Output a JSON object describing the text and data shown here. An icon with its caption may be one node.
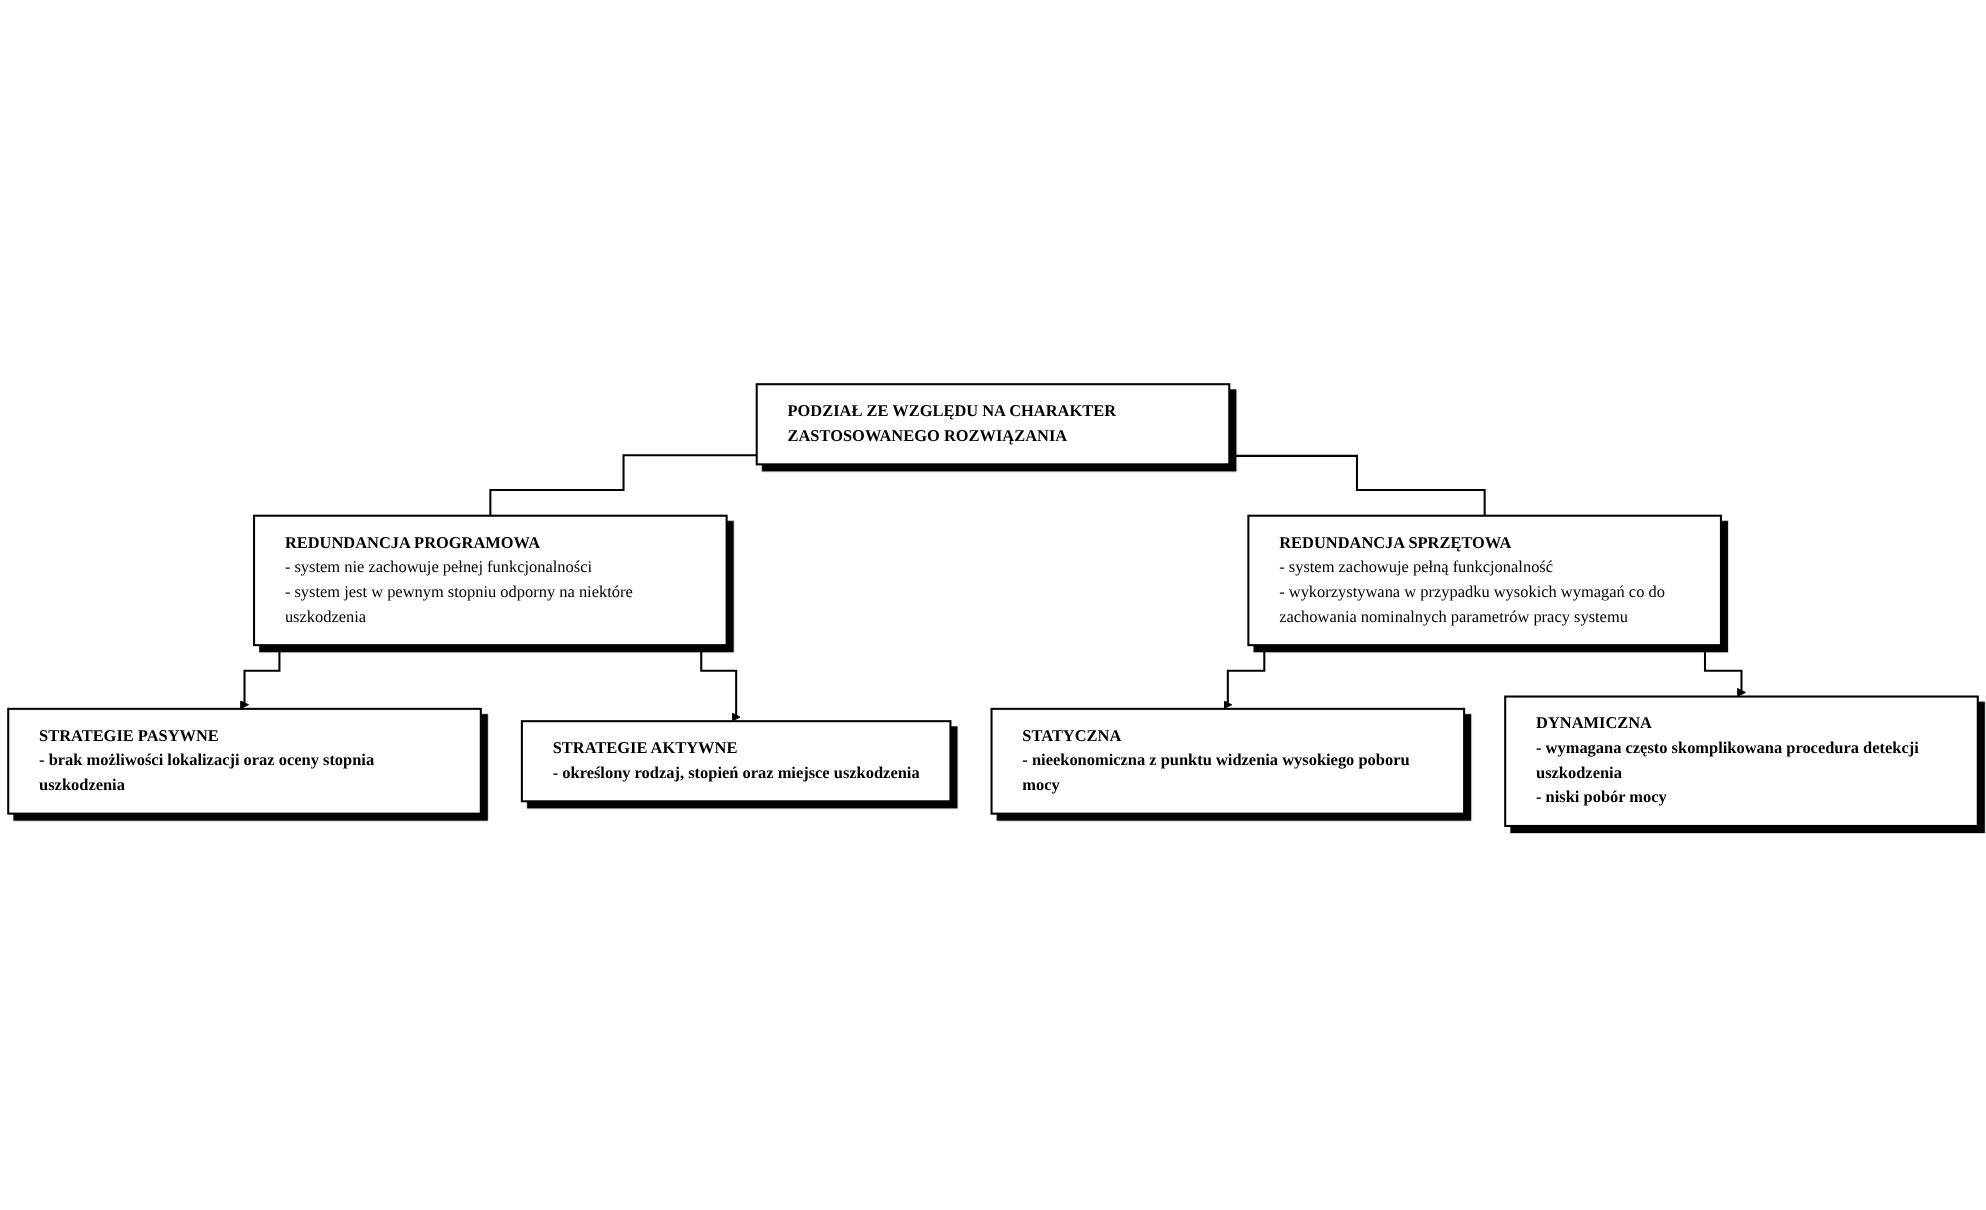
{
  "diagram": {
    "nodes": [
      {
        "text": [
          "PODZIAŁ ZE WZGLĘDU NA CHARAKTER ZASTOSOWANEGO ROZWIĄZANIA"
        ]
      },
      {
        "text": [
          "REDUNDANCJA PROGRAMOWA",
          "- system nie zachowuje pełnej funkcjonalności",
          "- system jest w pewnym stopniu odporny na niektóre uszkodzenia"
        ]
      },
      {
        "text": [
          "REDUNDANCJA SPRZĘTOWA",
          "- system zachowuje pełną funkcjonalność",
          "- wykorzystywana w przypadku wysokich wymagań co do zachowania nominalnych parametrów pracy systemu"
        ]
      },
      {
        "text": [
          "STRATEGIE PASYWNE",
          "- brak możliwości lokalizacji oraz oceny stopnia uszkodzenia"
        ]
      },
      {
        "text": [
          "STRATEGIE AKTYWNE",
          "- określony rodzaj, stopień oraz miejsce uszkodzenia"
        ]
      },
      {
        "text": [
          "STATYCZNA",
          "- nieekonomiczna z punktu widzenia wysokiego poboru mocy"
        ]
      },
      {
        "text": [
          "DYNAMICZNA",
          "- wymagana często skomplikowana procedura detekcji uszkodzenia",
          "- niski pobór mocy"
        ]
      }
    ],
    "edges": [
      {
        "from": 0,
        "to": 1,
        "arrow": "none"
      },
      {
        "from": 0,
        "to": 2,
        "arrow": "none"
      },
      {
        "from": 1,
        "to": 3,
        "arrow": "to"
      },
      {
        "from": 1,
        "to": 4,
        "arrow": "to"
      },
      {
        "from": 2,
        "to": 5,
        "arrow": "to"
      },
      {
        "from": 2,
        "to": 6,
        "arrow": "to"
      }
    ]
  }
}
